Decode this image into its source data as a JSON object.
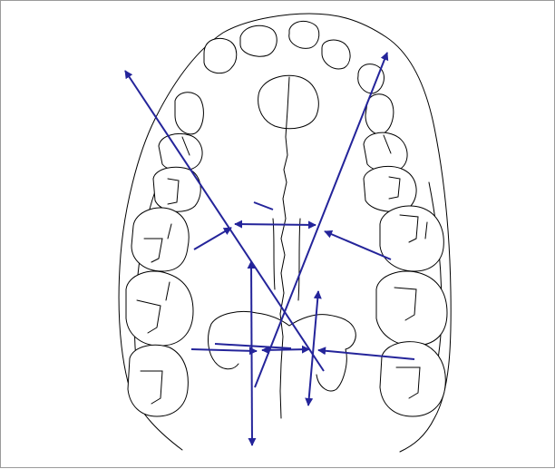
{
  "figure": {
    "subject": "maxillary-dental-arch",
    "frame_color": "#9a9a9a",
    "outline_color": "#000000",
    "arrow_color": "#24249a"
  },
  "arrows": [
    {
      "name": "diagonal-arrow-left-upper",
      "heads": [
        "start"
      ]
    },
    {
      "name": "diagonal-arrow-right-upper",
      "heads": [
        "start"
      ]
    },
    {
      "name": "arrow-left-lateral-in",
      "heads": [
        "end"
      ]
    },
    {
      "name": "arrow-central-pair",
      "heads": [
        "start",
        "end"
      ]
    },
    {
      "name": "arrow-right-lateral-in",
      "heads": [
        "end"
      ]
    },
    {
      "name": "vertical-arrow-left",
      "heads": [
        "start",
        "end"
      ]
    },
    {
      "name": "vertical-arrow-right",
      "heads": [
        "start",
        "end"
      ]
    },
    {
      "name": "horizontal-arrow-left-in",
      "heads": [
        "end"
      ]
    },
    {
      "name": "horizontal-arrow-center",
      "heads": [
        "start",
        "end"
      ]
    },
    {
      "name": "horizontal-arrow-right-in",
      "heads": [
        "end"
      ]
    }
  ]
}
